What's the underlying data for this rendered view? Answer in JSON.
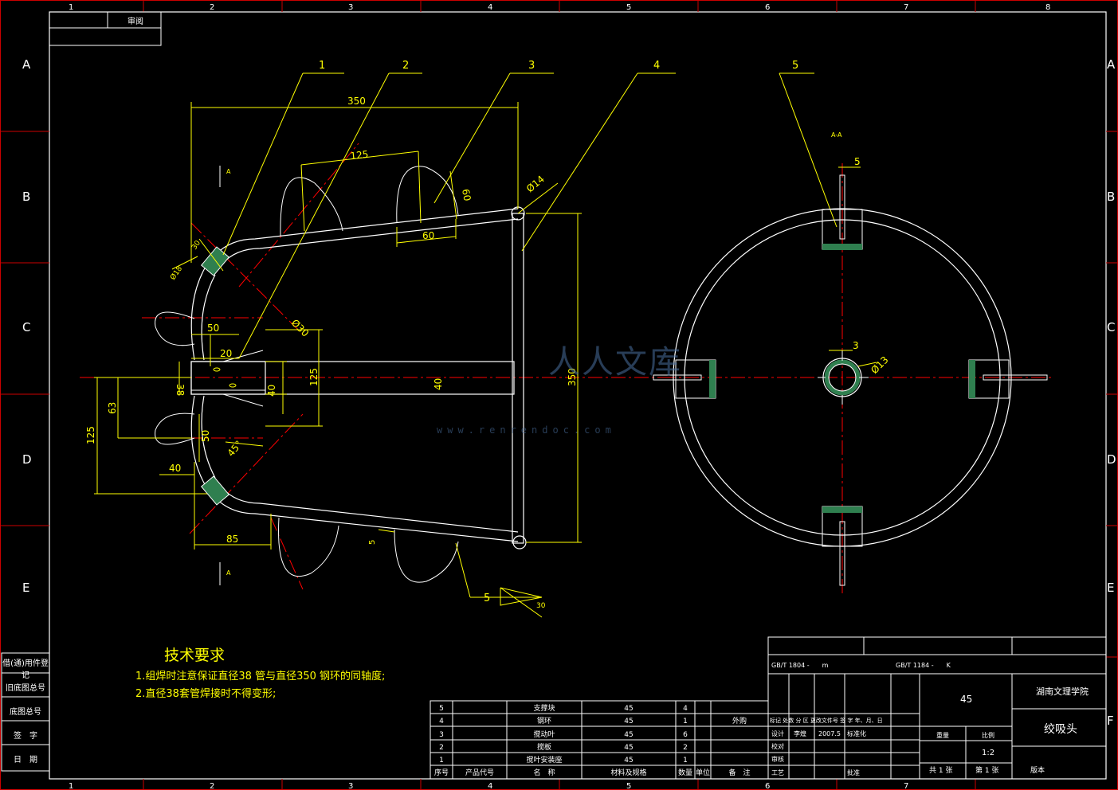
{
  "frame": {
    "zone_cols": [
      "1",
      "2",
      "3",
      "4",
      "5",
      "6",
      "7",
      "8"
    ],
    "zone_rows": [
      "A",
      "B",
      "C",
      "D",
      "E",
      "F"
    ],
    "top_left_label": "审阅",
    "side_labels": [
      "借(通)用件登记",
      "旧底图总号",
      "底图总号",
      "签　字",
      "日　期"
    ]
  },
  "part_labels": [
    "1",
    "2",
    "3",
    "4",
    "5"
  ],
  "dimensions": {
    "d350_top": "350",
    "d125_top": "125",
    "d60": "60",
    "d60b": "60",
    "d14": "Ø14",
    "d30": "30",
    "d18": "Ø18",
    "d430": "Ø30",
    "d50a": "50",
    "d20": "20",
    "d38": "38",
    "d40a": "40",
    "d40b": "40",
    "d125_mid": "125",
    "d350_right": "350",
    "d63": "63",
    "d125_left": "125",
    "d50b": "50",
    "d40c": "40",
    "d45": "45°",
    "d85": "85",
    "d5": "5",
    "weld_5": "5",
    "weld_30": "30",
    "section_a_top": "A",
    "section_a_bottom": "A",
    "section_view": "A-A",
    "r5": "5",
    "r3": "3",
    "r13": "Ø13"
  },
  "tech_req": {
    "title": "技术要求",
    "line1": "1.组焊时注意保证直径38 管与直径350 钢环的同轴度;",
    "line2": "2.直径38套管焊接时不得变形;"
  },
  "bom": {
    "rows": [
      {
        "no": "5",
        "name": "支撑块",
        "material": "45",
        "qty": "4",
        "note": ""
      },
      {
        "no": "4",
        "name": "钢环",
        "material": "45",
        "qty": "1",
        "note": "外购"
      },
      {
        "no": "3",
        "name": "搅动叶",
        "material": "45",
        "qty": "6",
        "note": ""
      },
      {
        "no": "2",
        "name": "搅板",
        "material": "45",
        "qty": "2",
        "note": ""
      },
      {
        "no": "1",
        "name": "搅叶安装座",
        "material": "45",
        "qty": "1",
        "note": ""
      }
    ],
    "header": {
      "no": "序号",
      "code": "产品代号",
      "name": "名　称",
      "material": "材料及规格",
      "qty": "数量",
      "unit": "单位",
      "note": "备　注"
    }
  },
  "title_block": {
    "std1": "GB/T 1804 -　　m",
    "std2": "GB/T 1184 -　　K",
    "material": "45",
    "school": "湖南文理学院",
    "drawing_name": "绞吸头",
    "rev_header": "标记  处数  分 区  更改文件号  签 字  年、月、日",
    "design_label": "设计",
    "designer": "李煌",
    "design_date": "2007.5",
    "std_label": "标准化",
    "check_label": "校对",
    "review_label": "审核",
    "process_label": "工艺",
    "approve_label": "批准",
    "weight_label": "重量",
    "scale_label": "比例",
    "scale": "1:2",
    "sheets_total": "共 1 张",
    "sheet_no": "第 1 张",
    "version": "版本"
  },
  "watermark": {
    "text": "人人文库",
    "url": "www.renrendoc.com"
  }
}
